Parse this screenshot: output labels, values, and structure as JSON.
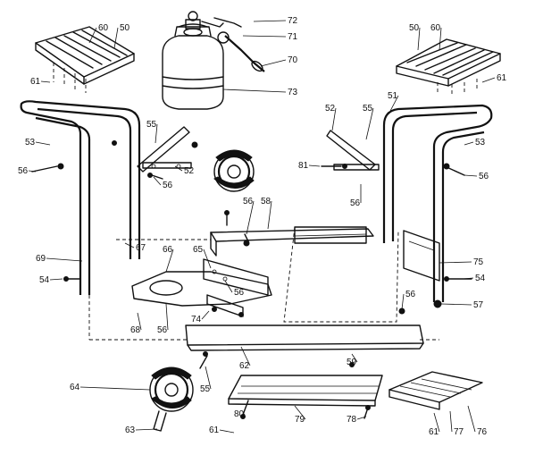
{
  "diagram": {
    "callouts": [
      {
        "id": "72",
        "text": "72"
      },
      {
        "id": "71",
        "text": "71"
      },
      {
        "id": "70",
        "text": "70"
      },
      {
        "id": "73",
        "text": "73"
      },
      {
        "id": "60-left",
        "text": "60"
      },
      {
        "id": "50-left",
        "text": "50"
      },
      {
        "id": "61-left",
        "text": "61"
      },
      {
        "id": "50-right",
        "text": "50"
      },
      {
        "id": "60-right",
        "text": "60"
      },
      {
        "id": "61-right",
        "text": "61"
      },
      {
        "id": "51",
        "text": "51"
      },
      {
        "id": "52-right",
        "text": "52"
      },
      {
        "id": "55-right",
        "text": "55"
      },
      {
        "id": "53-right",
        "text": "53"
      },
      {
        "id": "53-left",
        "text": "53"
      },
      {
        "id": "55-left",
        "text": "55"
      },
      {
        "id": "52-left",
        "text": "52"
      },
      {
        "id": "56-left",
        "text": "56"
      },
      {
        "id": "56-upper",
        "text": "56"
      },
      {
        "id": "81",
        "text": "81"
      },
      {
        "id": "56-right-mid",
        "text": "56"
      },
      {
        "id": "56-right-edge",
        "text": "56"
      },
      {
        "id": "56-center",
        "text": "56"
      },
      {
        "id": "58",
        "text": "58"
      },
      {
        "id": "67",
        "text": "67"
      },
      {
        "id": "66",
        "text": "66"
      },
      {
        "id": "65",
        "text": "65"
      },
      {
        "id": "56-bracket",
        "text": "56"
      },
      {
        "id": "69",
        "text": "69"
      },
      {
        "id": "54-left",
        "text": "54"
      },
      {
        "id": "75",
        "text": "75"
      },
      {
        "id": "54-right",
        "text": "54"
      },
      {
        "id": "56-lower-right",
        "text": "56"
      },
      {
        "id": "57",
        "text": "57"
      },
      {
        "id": "68",
        "text": "68"
      },
      {
        "id": "56-lower",
        "text": "56"
      },
      {
        "id": "74",
        "text": "74"
      },
      {
        "id": "62",
        "text": "62"
      },
      {
        "id": "59",
        "text": "59"
      },
      {
        "id": "55-lower",
        "text": "55"
      },
      {
        "id": "64",
        "text": "64"
      },
      {
        "id": "63",
        "text": "63"
      },
      {
        "id": "80",
        "text": "80"
      },
      {
        "id": "61-bottom",
        "text": "61"
      },
      {
        "id": "79",
        "text": "79"
      },
      {
        "id": "78",
        "text": "78"
      },
      {
        "id": "61-bottom-right",
        "text": "61"
      },
      {
        "id": "77",
        "text": "77"
      },
      {
        "id": "76",
        "text": "76"
      }
    ]
  }
}
